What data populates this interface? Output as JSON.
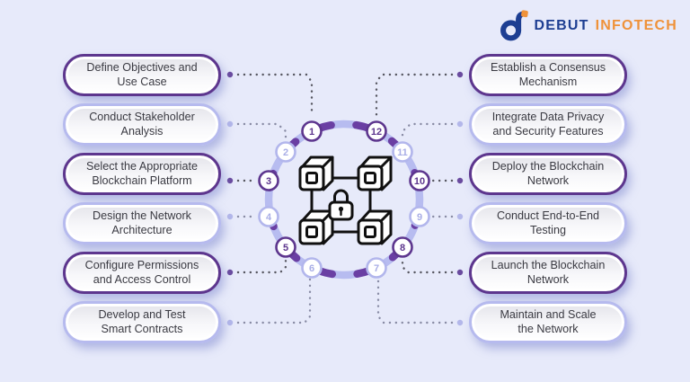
{
  "logo": {
    "brand_primary": "DEBUT",
    "brand_secondary": "INFOTECH"
  },
  "icons": {
    "logo_icon": "debut-d-monogram",
    "center_icon": "blockchain-cubes-with-padlock"
  },
  "steps_left": [
    {
      "num": "1",
      "tone": "dark",
      "lines": [
        "Define Objectives and",
        "Use Case"
      ]
    },
    {
      "num": "2",
      "tone": "light",
      "lines": [
        "Conduct Stakeholder",
        "Analysis"
      ]
    },
    {
      "num": "3",
      "tone": "dark",
      "lines": [
        "Select the Appropriate",
        "Blockchain Platform"
      ]
    },
    {
      "num": "4",
      "tone": "light",
      "lines": [
        "Design the Network",
        "Architecture"
      ]
    },
    {
      "num": "5",
      "tone": "dark",
      "lines": [
        "Configure Permissions",
        "and Access Control"
      ]
    },
    {
      "num": "6",
      "tone": "light",
      "lines": [
        "Develop and Test",
        "Smart Contracts"
      ]
    }
  ],
  "steps_right": [
    {
      "num": "12",
      "tone": "dark",
      "lines": [
        "Establish a Consensus",
        "Mechanism"
      ]
    },
    {
      "num": "11",
      "tone": "light",
      "lines": [
        "Integrate Data Privacy",
        "and Security Features"
      ]
    },
    {
      "num": "10",
      "tone": "dark",
      "lines": [
        "Deploy the Blockchain",
        "Network"
      ]
    },
    {
      "num": "9",
      "tone": "light",
      "lines": [
        "Conduct End-to-End",
        "Testing"
      ]
    },
    {
      "num": "8",
      "tone": "dark",
      "lines": [
        "Launch the Blockchain",
        "Network"
      ]
    },
    {
      "num": "7",
      "tone": "light",
      "lines": [
        "Maintain and Scale",
        "the Network"
      ]
    }
  ],
  "colors": {
    "background": "#e7eafa",
    "accent_dark": "#5d368e",
    "accent_light": "#b6baee",
    "ring_dark": "#6a3fa3",
    "ring_light": "#b7bcf0",
    "step_text": "#3a3a42",
    "logo_blue": "#1d3e92",
    "logo_orange": "#ef923a"
  }
}
